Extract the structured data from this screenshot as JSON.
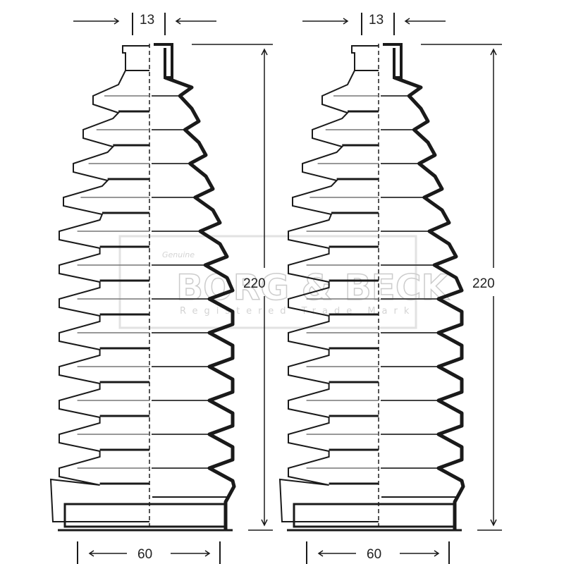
{
  "diagram": {
    "boots": [
      {
        "id": "left",
        "neck_diameter": "13",
        "length": "220",
        "base_diameter": "60"
      },
      {
        "id": "right",
        "neck_diameter": "13",
        "length": "220",
        "base_diameter": "60"
      }
    ],
    "watermark": {
      "brand": "BORG & BECK",
      "tagline": "Registered Trade Mark",
      "small": "Genuine"
    },
    "colors": {
      "line": "#1a1a1a",
      "background": "#ffffff",
      "watermark": "#cccccc"
    }
  }
}
